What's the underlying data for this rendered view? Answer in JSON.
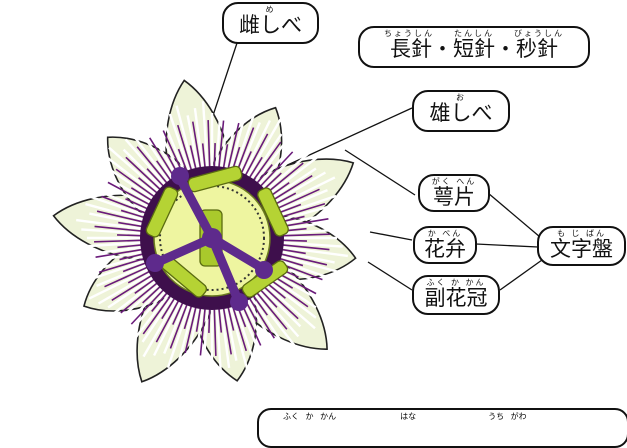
{
  "labels": {
    "pistil": {
      "ruby": "め",
      "text": "雌しべ"
    },
    "hands": {
      "ruby": "ちょうしん　　たんしん　　びょうしん",
      "text": "長針・短針・秒針"
    },
    "stamen": {
      "ruby": "お",
      "text": "雄しべ"
    },
    "sepal": {
      "ruby": "がく へん",
      "text": "萼片"
    },
    "petal": {
      "ruby": "か べん",
      "text": "花弁"
    },
    "corona": {
      "ruby": "ふく か かん",
      "text": "副花冠"
    },
    "dial": {
      "ruby": "も じ ばん",
      "text": "文字盤"
    }
  },
  "bottom_note": {
    "ruby": "ふく か かん　　　　　　　　はな　　　　　　　　　うち がわ"
  },
  "colors": {
    "petal": "#eef3d8",
    "filament_purple": "#6a1b7a",
    "stigma_green": "#b5d334",
    "style_purple": "#5e2a8c",
    "ovary_yellow": "#eef5a0"
  }
}
